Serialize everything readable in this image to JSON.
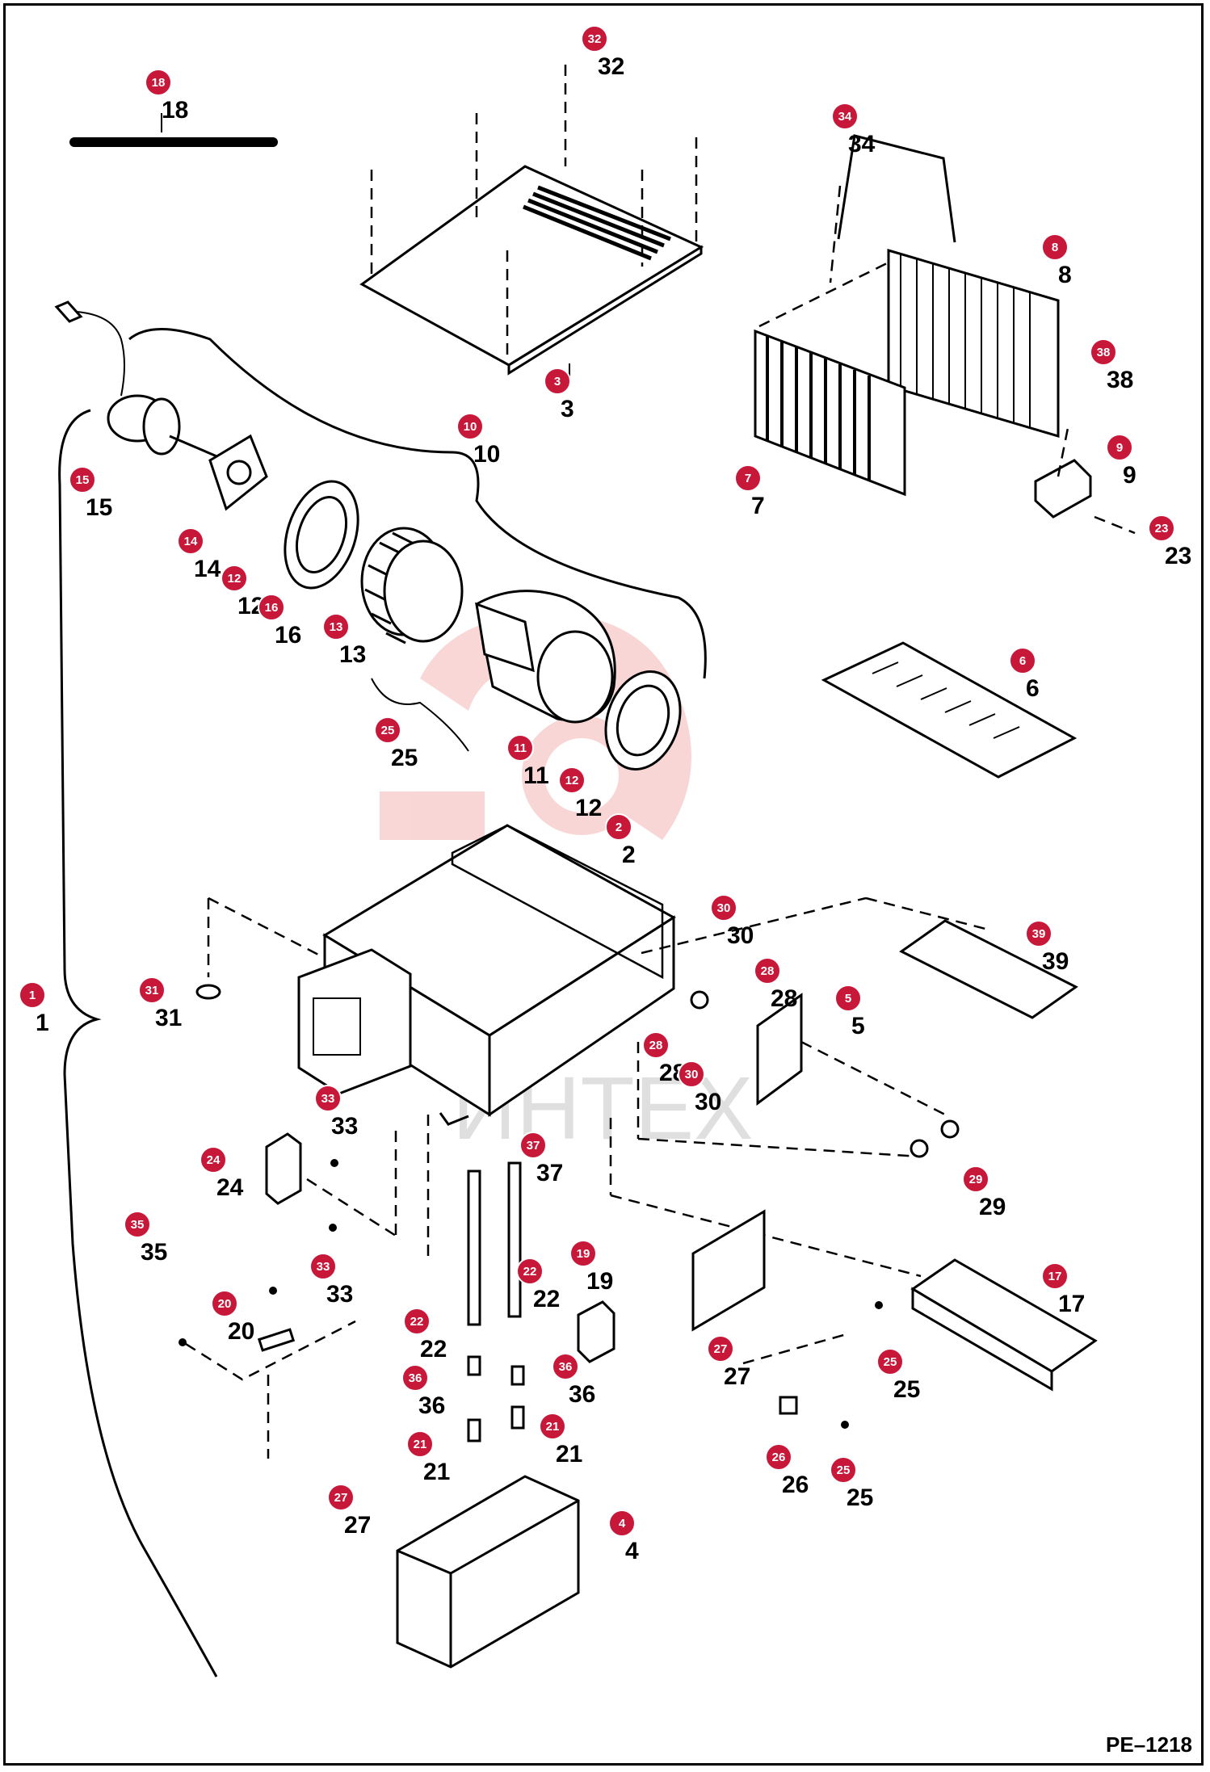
{
  "document_code": "PE–1218",
  "watermark_text": "ИНТЕХ",
  "accent_color": "#c8183a",
  "callouts": [
    {
      "id": "1",
      "label": "1"
    },
    {
      "id": "2",
      "label": "2"
    },
    {
      "id": "3",
      "label": "3"
    },
    {
      "id": "4",
      "label": "4"
    },
    {
      "id": "5",
      "label": "5"
    },
    {
      "id": "6",
      "label": "6"
    },
    {
      "id": "7",
      "label": "7"
    },
    {
      "id": "8",
      "label": "8"
    },
    {
      "id": "9",
      "label": "9"
    },
    {
      "id": "10",
      "label": "10"
    },
    {
      "id": "11",
      "label": "11"
    },
    {
      "id": "12a",
      "label": "12"
    },
    {
      "id": "12b",
      "label": "12"
    },
    {
      "id": "13",
      "label": "13"
    },
    {
      "id": "14",
      "label": "14"
    },
    {
      "id": "15",
      "label": "15"
    },
    {
      "id": "16",
      "label": "16"
    },
    {
      "id": "17",
      "label": "17"
    },
    {
      "id": "18",
      "label": "18"
    },
    {
      "id": "19",
      "label": "19"
    },
    {
      "id": "20",
      "label": "20"
    },
    {
      "id": "21a",
      "label": "21"
    },
    {
      "id": "21b",
      "label": "21"
    },
    {
      "id": "22a",
      "label": "22"
    },
    {
      "id": "22b",
      "label": "22"
    },
    {
      "id": "23",
      "label": "23"
    },
    {
      "id": "24",
      "label": "24"
    },
    {
      "id": "25a",
      "label": "25"
    },
    {
      "id": "25b",
      "label": "25"
    },
    {
      "id": "25c",
      "label": "25"
    },
    {
      "id": "26",
      "label": "26"
    },
    {
      "id": "27a",
      "label": "27"
    },
    {
      "id": "27b",
      "label": "27"
    },
    {
      "id": "28a",
      "label": "28"
    },
    {
      "id": "28b",
      "label": "28"
    },
    {
      "id": "29",
      "label": "29"
    },
    {
      "id": "30a",
      "label": "30"
    },
    {
      "id": "30b",
      "label": "30"
    },
    {
      "id": "31",
      "label": "31"
    },
    {
      "id": "32",
      "label": "32"
    },
    {
      "id": "33a",
      "label": "33"
    },
    {
      "id": "33b",
      "label": "33"
    },
    {
      "id": "34",
      "label": "34"
    },
    {
      "id": "35",
      "label": "35"
    },
    {
      "id": "36a",
      "label": "36"
    },
    {
      "id": "36b",
      "label": "36"
    },
    {
      "id": "37",
      "label": "37"
    },
    {
      "id": "38",
      "label": "38"
    },
    {
      "id": "39",
      "label": "39"
    }
  ]
}
